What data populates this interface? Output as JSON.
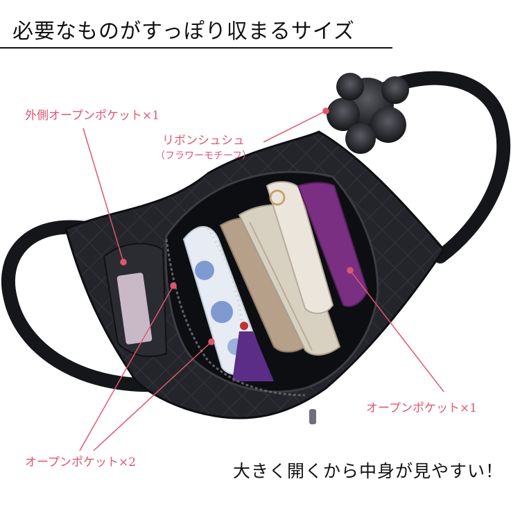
{
  "headline": "必要なものがすっぽり収まるサイズ",
  "callouts": {
    "outer_pocket": "外側オープンポケット×1",
    "ribbon": "リボンシュシュ",
    "ribbon_sub": "（フラワーモチーフ）",
    "open_pocket_1": "オープンポケット×1",
    "open_pocket_2": "オープンポケット×2"
  },
  "footer": "大きく開くから中身が見やすい！",
  "colors": {
    "accent": "#e0566f",
    "bag": "#1f2024",
    "text": "#111111"
  }
}
